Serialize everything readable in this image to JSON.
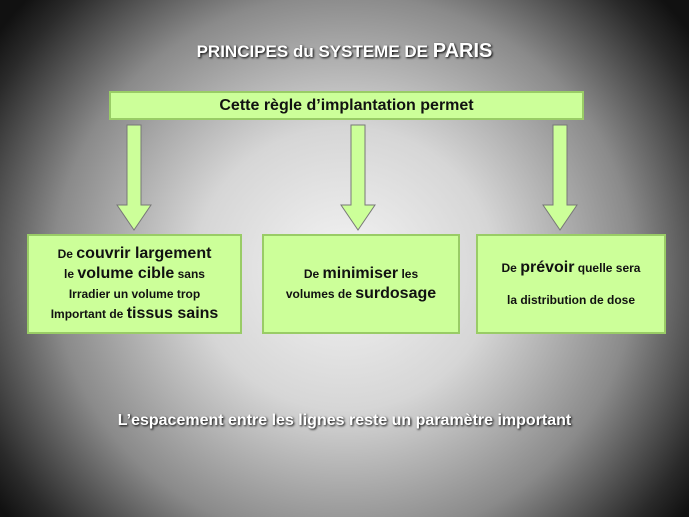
{
  "title": {
    "part1": "PRINCIPES du SYSTEME DE ",
    "part2": "PARIS"
  },
  "header": "Cette règle d’implantation permet",
  "boxes": [
    {
      "lines": [
        {
          "small": "De ",
          "big": "couvrir largement",
          "rest": ""
        },
        {
          "small": "le ",
          "big": "volume cible",
          "rest": " sans"
        },
        {
          "small": "Irradier  un volume trop",
          "big": "",
          "rest": ""
        },
        {
          "small": "Important de ",
          "big": "tissus sains",
          "rest": ""
        }
      ]
    },
    {
      "lines": [
        {
          "small": "De ",
          "big": "minimiser",
          "rest": " les"
        },
        {
          "small": "volumes de ",
          "big": "surdosage",
          "rest": ""
        }
      ]
    },
    {
      "lines": [
        {
          "small": "De ",
          "big": "prévoir",
          "rest": " quelle sera"
        },
        {
          "small": "la distribution  de dose",
          "big": "",
          "rest": ""
        }
      ]
    }
  ],
  "footer": "L’espacement entre les lignes reste un paramètre important",
  "colors": {
    "box_fill": "#ccff99",
    "box_border": "#99cc66",
    "arrow_fill": "#ccff99"
  }
}
